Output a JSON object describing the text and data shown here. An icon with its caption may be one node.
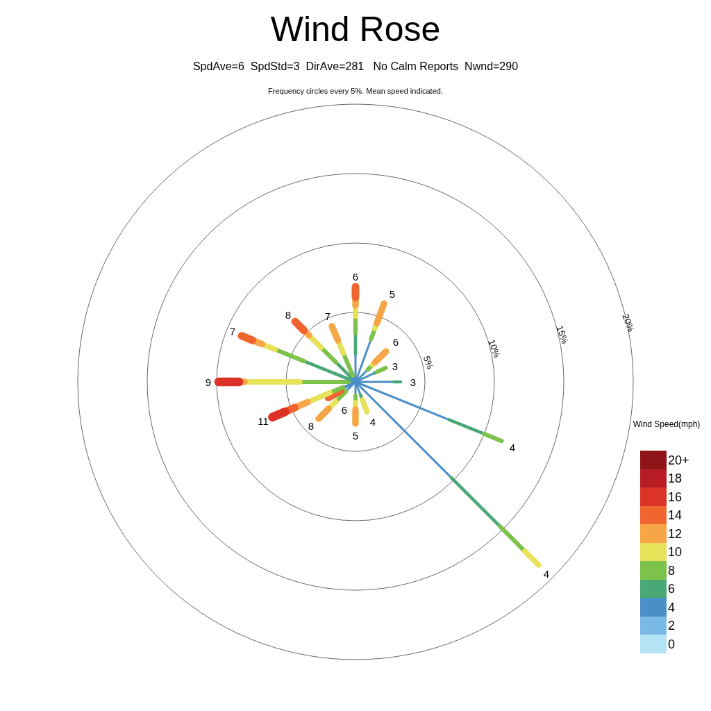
{
  "diagram": {
    "title": "Wind Rose",
    "labels": [
      "SpdAve=6  SpdStd=3  DirAve=281   No Calm Reports  Nwnd=290",
      "Frequency circles every 5%. Mean speed indicated.",
      "6",
      "5",
      "8",
      "7",
      "7",
      "20%",
      "15%",
      "6",
      "10%",
      "5%",
      "3",
      "9",
      "3",
      "11",
      "8",
      "6",
      "4",
      "Wind Speed(mph)",
      "5",
      "4",
      "4"
    ],
    "legend": [
      {
        "text": "20+",
        "color": "#8f1519"
      },
      {
        "text": "18",
        "color": "#b81c24"
      },
      {
        "text": "16",
        "color": "#dc3328"
      },
      {
        "text": "14",
        "color": "#ef6530"
      },
      {
        "text": "12",
        "color": "#f6a646"
      },
      {
        "text": "10",
        "color": "#e8e15a"
      },
      {
        "text": "8",
        "color": "#7dc24b"
      },
      {
        "text": "6",
        "color": "#4aa776"
      },
      {
        "text": "4",
        "color": "#4a8fc7"
      },
      {
        "text": "2",
        "color": "#7ab9e4"
      },
      {
        "text": "0",
        "color": "#b3e3f5"
      }
    ]
  }
}
